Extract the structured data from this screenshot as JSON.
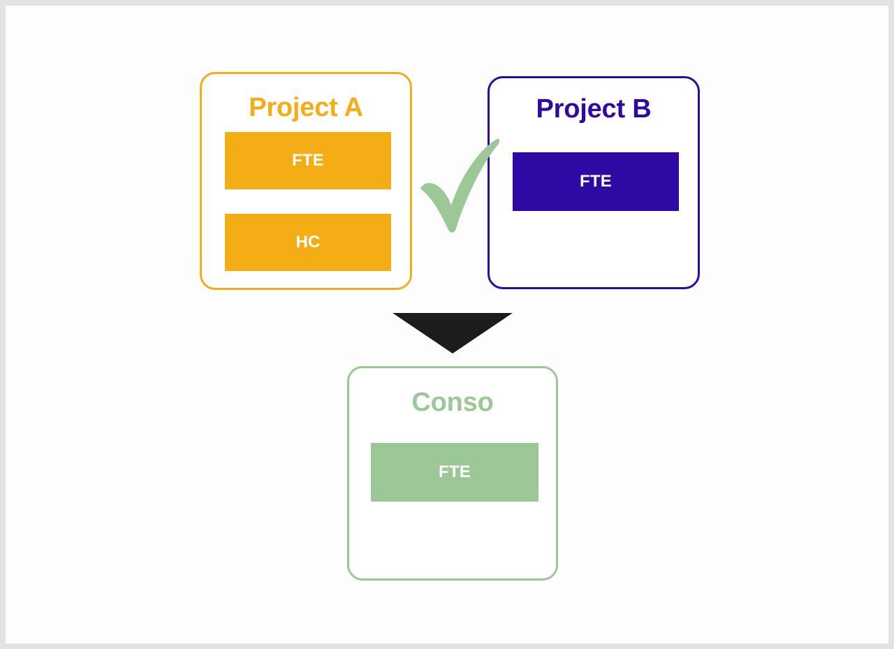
{
  "page": {
    "background_color": "#fdfdfd",
    "frame_color": "#e3e3e3"
  },
  "diagram": {
    "type": "consolidation-flow",
    "description": "Two source project cards combine into one consolidated card",
    "cards": [
      {
        "id": "project-a",
        "title": "Project A",
        "color": "#f5ad16",
        "bars": [
          {
            "label": "FTE"
          },
          {
            "label": "HC"
          }
        ]
      },
      {
        "id": "project-b",
        "title": "Project B",
        "color": "#2e09a3",
        "bars": [
          {
            "label": "FTE"
          }
        ]
      },
      {
        "id": "conso",
        "title": "Conso",
        "color": "#9cc796",
        "bars": [
          {
            "label": "FTE"
          }
        ]
      }
    ],
    "connectors": [
      {
        "id": "check-mark",
        "icon": "check-icon",
        "color": "#9cc796"
      },
      {
        "id": "down-arrow",
        "icon": "arrow-down-icon",
        "color": "#1c1c1c"
      }
    ]
  }
}
